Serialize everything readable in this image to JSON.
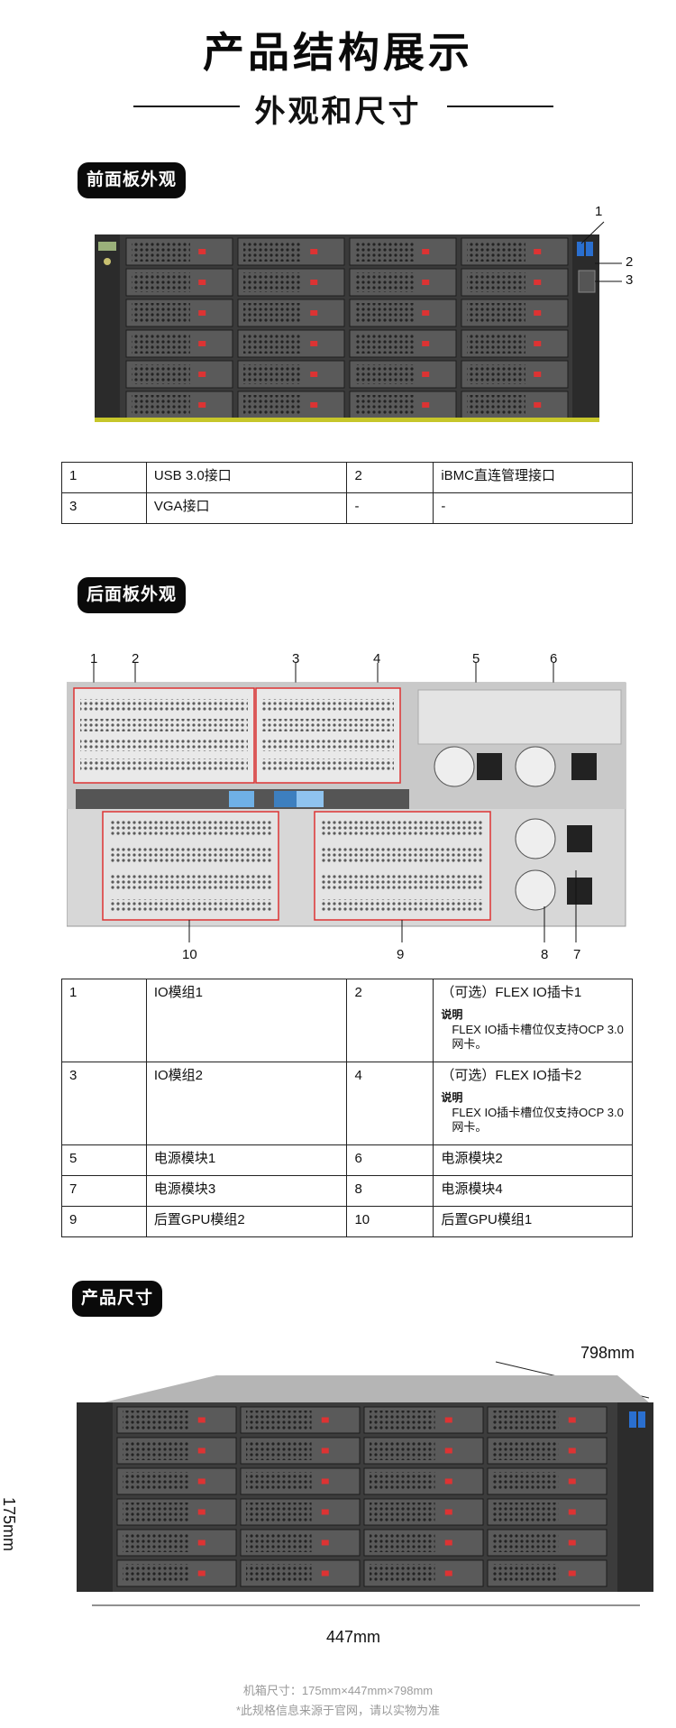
{
  "header": {
    "title": "产品结构展示",
    "subtitle": "外观和尺寸"
  },
  "front": {
    "badge": "前面板外观",
    "callouts": [
      "1",
      "2",
      "3"
    ],
    "table": [
      [
        "1",
        "USB 3.0接口",
        "2",
        "iBMC直连管理接口"
      ],
      [
        "3",
        "VGA接口",
        "-",
        "-"
      ]
    ]
  },
  "rear": {
    "badge": "后面板外观",
    "callouts": [
      "1",
      "2",
      "3",
      "4",
      "5",
      "6",
      "10",
      "9",
      "8",
      "7"
    ],
    "table": [
      {
        "n1": "1",
        "v1": "IO模组1",
        "n2": "2",
        "v2": "（可选）FLEX IO插卡1",
        "note_h": "说明",
        "note_t": "FLEX IO插卡槽位仅支持OCP 3.0网卡。"
      },
      {
        "n1": "3",
        "v1": "IO模组2",
        "n2": "4",
        "v2": "（可选）FLEX IO插卡2",
        "note_h": "说明",
        "note_t": "FLEX IO插卡槽位仅支持OCP 3.0网卡。"
      },
      {
        "n1": "5",
        "v1": "电源模块1",
        "n2": "6",
        "v2": "电源模块2"
      },
      {
        "n1": "7",
        "v1": "电源模块3",
        "n2": "8",
        "v2": "电源模块4"
      },
      {
        "n1": "9",
        "v1": "后置GPU模组2",
        "n2": "10",
        "v2": "后置GPU模组1"
      }
    ]
  },
  "size": {
    "badge": "产品尺寸",
    "depth": "798mm",
    "height": "175mm",
    "width": "447mm",
    "footer1": "机箱尺寸：175mm×447mm×798mm",
    "footer2": "*此规格信息来源于官网，请以实物为准"
  }
}
